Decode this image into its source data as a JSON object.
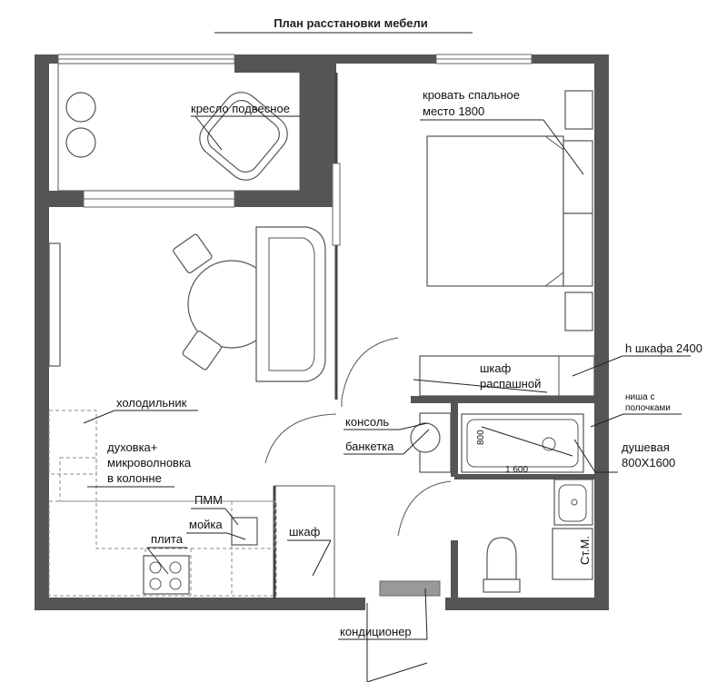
{
  "title": "План расстановки мебели",
  "labels": {
    "chair": "кресло подвесное",
    "bed_line1": "кровать спальное",
    "bed_line2": "место 1800",
    "wardrobe_height": "h шкафа 2400",
    "wardrobe_line1": "шкаф",
    "wardrobe_line2": "распашной",
    "niche_line1": "ниша с",
    "niche_line2": "полочками",
    "fridge": "холодильник",
    "oven_line1": "духовка+",
    "oven_line2": "микроволновка",
    "oven_line3": "в колонне",
    "console": "консоль",
    "bench": "банкетка",
    "shower_line1": "душевая",
    "shower_line2": "800X1600",
    "dishwasher": "ПММ",
    "sink": "мойка",
    "stove": "плита",
    "cabinet": "шкаф",
    "riser": "Ст.М.",
    "air_conditioner": "кондиционер",
    "shower_dim_w": "1 600",
    "shower_dim_h": "800"
  }
}
